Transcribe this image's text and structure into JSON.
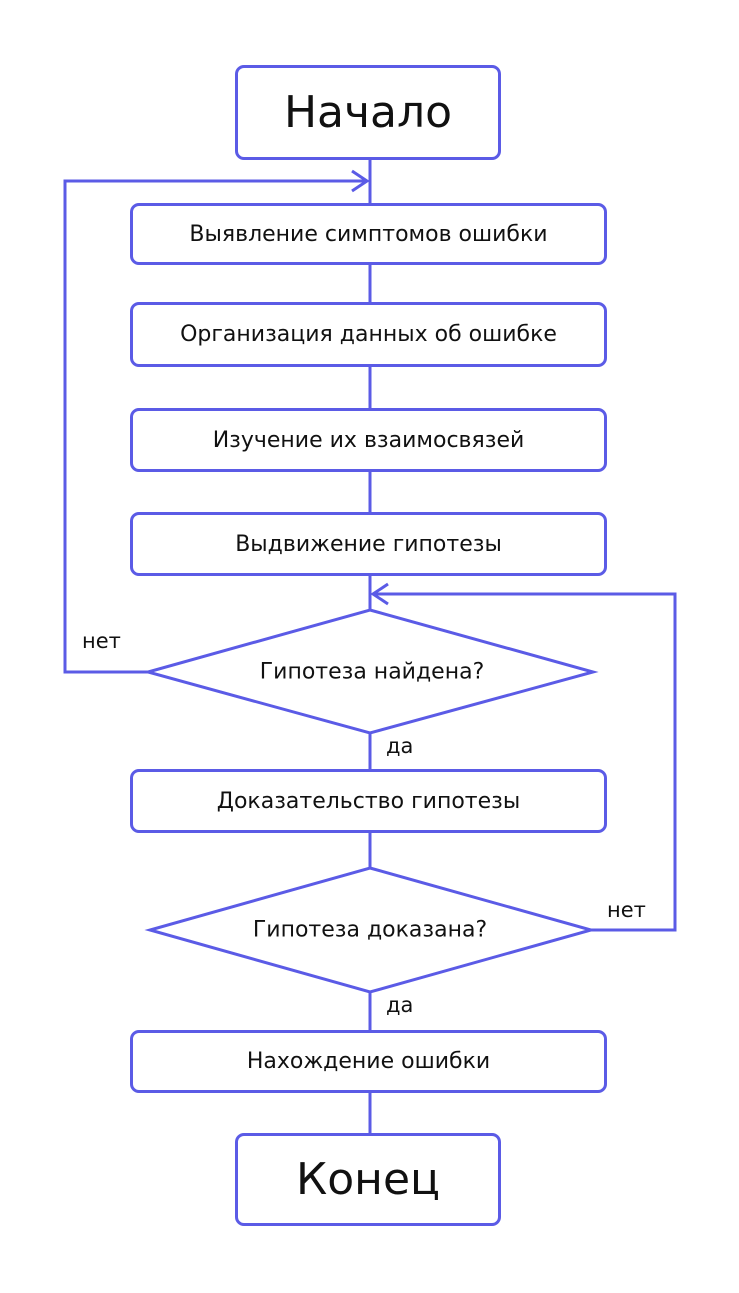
{
  "colors": {
    "stroke": "#5b5be6",
    "text": "#111111",
    "background": "#ffffff"
  },
  "start": "Начало",
  "steps": [
    "Выявление симптомов ошибки",
    "Организация данных об ошибке",
    "Изучение их взаимосвязей",
    "Выдвижение гипотезы",
    "Доказательство гипотезы",
    "Нахождение ошибки"
  ],
  "decisions": [
    {
      "question": "Гипотеза найдена?",
      "yes": "да",
      "no": "нет"
    },
    {
      "question": "Гипотеза доказана?",
      "yes": "да",
      "no": "нет"
    }
  ],
  "end": "Конец"
}
